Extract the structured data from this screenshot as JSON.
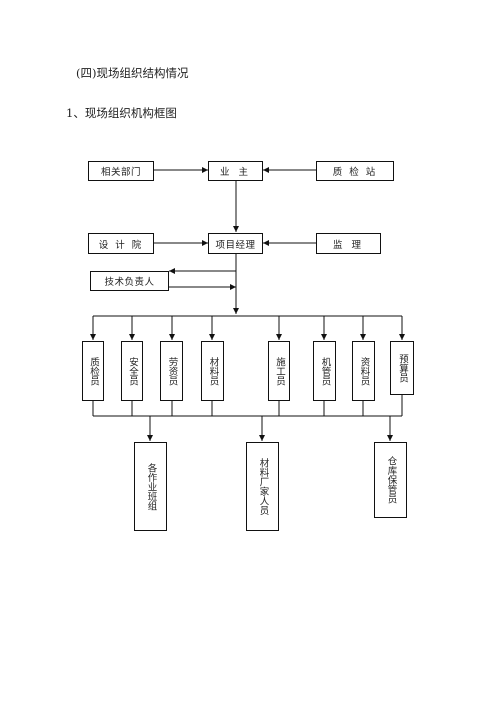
{
  "document": {
    "section_heading": "(四)现场组织结构情况",
    "subheading": "1、现场组织机构框图"
  },
  "chart": {
    "top_row": {
      "related_depts": "相关部门",
      "owner": "业 主",
      "quality_station": "质 检 站"
    },
    "middle_row": {
      "design_institute": "设 计 院",
      "project_manager": "项目经理",
      "supervision": "监  理"
    },
    "tech_lead": "技术负责人",
    "staff": [
      {
        "key": "quality",
        "label": "质检员"
      },
      {
        "key": "safety",
        "label": "安全员"
      },
      {
        "key": "labor",
        "label": "劳资员"
      },
      {
        "key": "material",
        "label": "材料员"
      },
      {
        "key": "construction",
        "label": "施工员"
      },
      {
        "key": "machinery",
        "label": "机管员"
      },
      {
        "key": "documents",
        "label": "资料员"
      },
      {
        "key": "budget",
        "label": "预算员"
      }
    ],
    "bottom": {
      "work_teams": "各作业班组",
      "supplier_staff": "材料厂家人员",
      "storekeeper": "仓库保管员"
    }
  }
}
